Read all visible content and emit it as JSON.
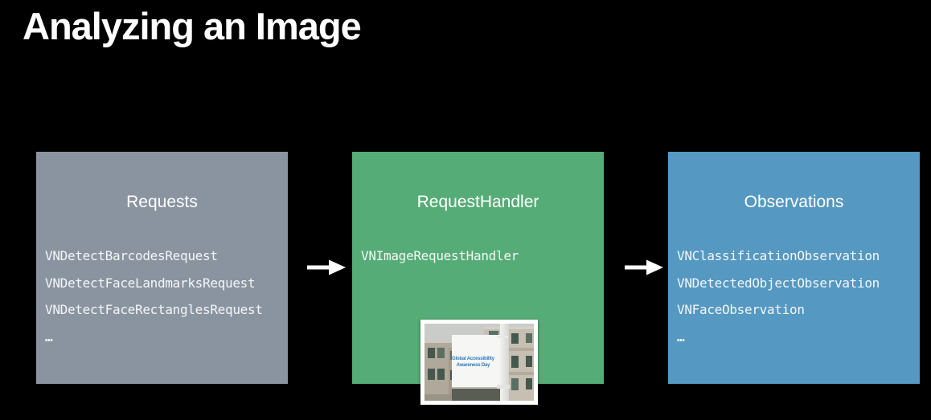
{
  "slide": {
    "title": "Analyzing an Image",
    "colors": {
      "background": "#000000",
      "requests_box": "#8A94A0",
      "request_handler_box": "#56AC76",
      "observations_box": "#5598C1",
      "heading_text": "#FFFFFF",
      "code_text": "#F4F6F7",
      "arrow": "#FFFFFF",
      "banner_text": "#2A7CC0"
    },
    "boxes": [
      {
        "title": "Requests",
        "items": [
          "VNDetectBarcodesRequest",
          "VNDetectFaceLandmarksRequest",
          "VNDetectFaceRectanglesRequest",
          "…"
        ]
      },
      {
        "title": "RequestHandler",
        "items": [
          "VNImageRequestHandler"
        ]
      },
      {
        "title": "Observations",
        "items": [
          "VNClassificationObservation",
          "VNDetectedObjectObservation",
          "VNFaceObservation",
          "…"
        ]
      }
    ],
    "photo": {
      "banner_line1": "Global Accessibility",
      "banner_line2": "Awareness Day"
    }
  }
}
